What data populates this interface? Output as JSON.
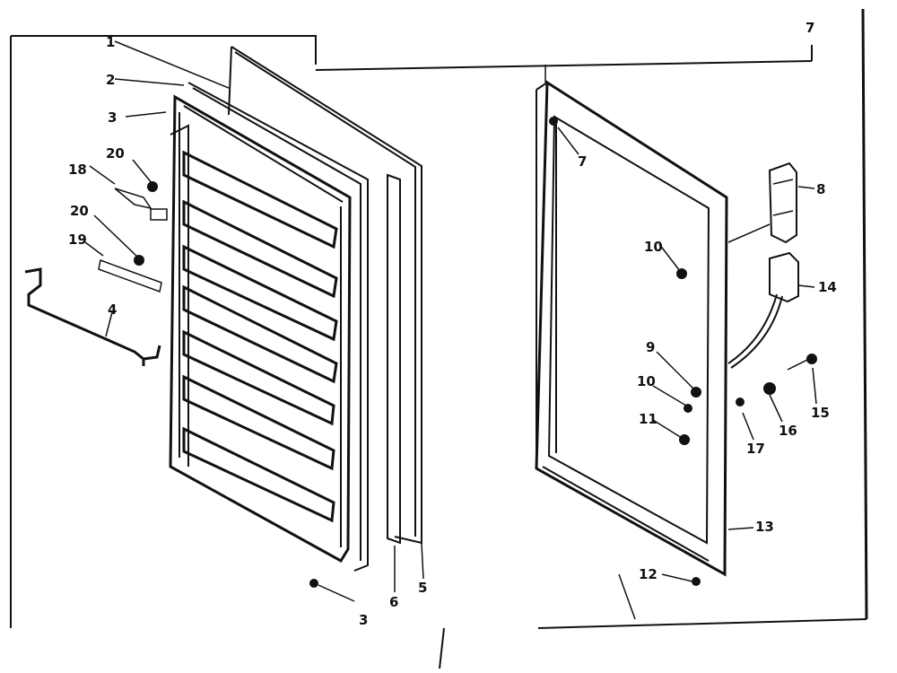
{
  "callouts": {
    "c1": "1",
    "c2": "2",
    "c3a": "3",
    "c3b": "3",
    "c4": "4",
    "c5": "5",
    "c6": "6",
    "c7": "7",
    "c8": "8",
    "c9": "9",
    "c10a": "10",
    "c10b": "10",
    "c11": "11",
    "c12": "12",
    "c13": "13",
    "c14": "14",
    "c15": "15",
    "c16": "16",
    "c17": "17",
    "c18": "18",
    "c19": "19",
    "c20a": "20",
    "c20b": "20",
    "c7t": "7"
  }
}
